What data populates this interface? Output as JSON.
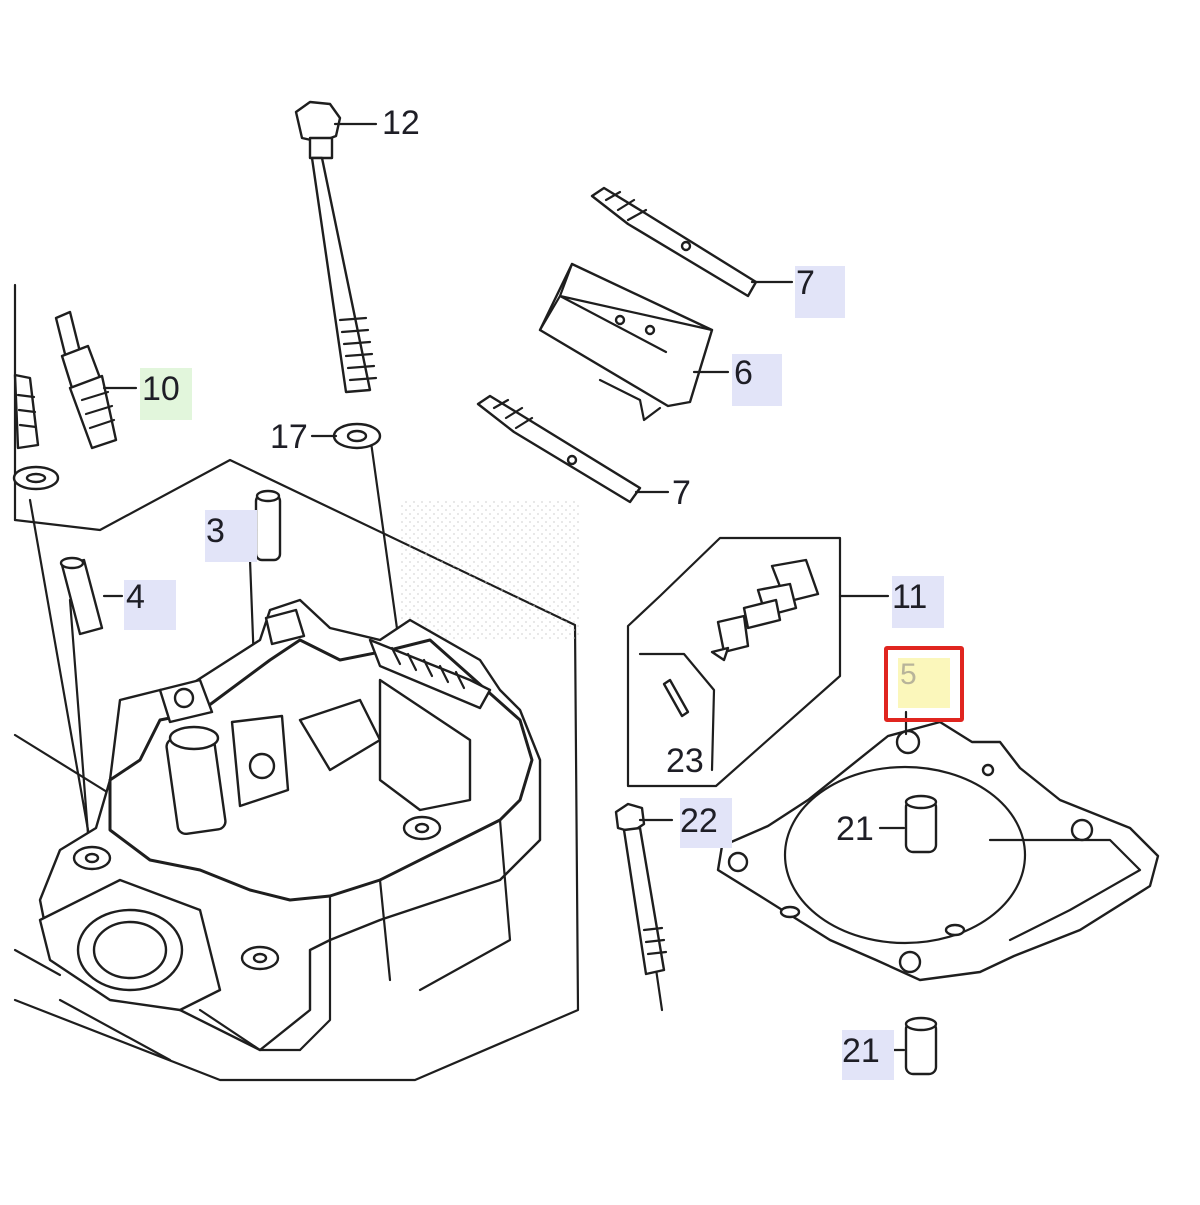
{
  "callouts": {
    "c12": "12",
    "c10": "10",
    "c17": "17",
    "c3": "3",
    "c4": "4",
    "c7a": "7",
    "c6": "6",
    "c7b": "7",
    "c11": "11",
    "c5": "5",
    "c23": "23",
    "c22": "22",
    "c21a": "21",
    "c21b": "21"
  },
  "highlight": {
    "part": "5",
    "color": "#e0251f"
  }
}
